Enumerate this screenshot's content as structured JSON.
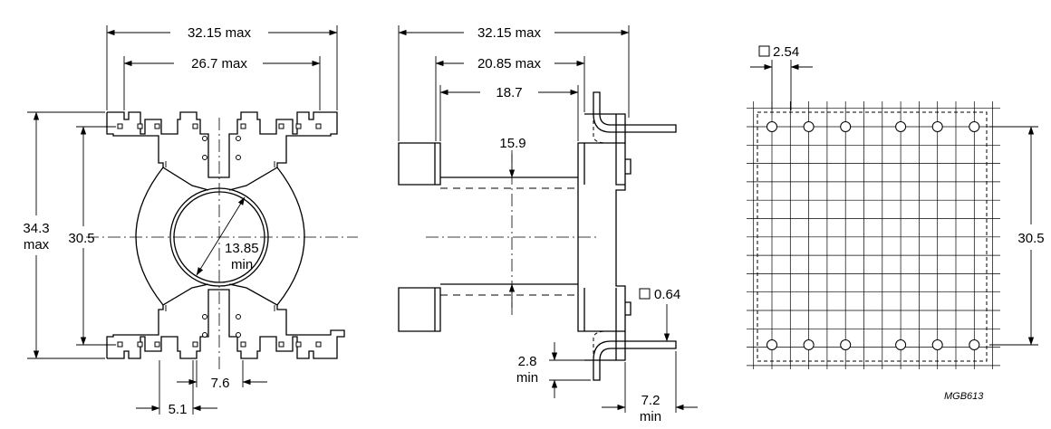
{
  "front_view": {
    "overall_width": "32.15 max",
    "inner_width": "26.7 max",
    "overall_height_value": "34.3",
    "overall_height_unit": "max",
    "pin_row_spacing": "30.5",
    "bore_diameter_value": "13.85",
    "bore_diameter_unit": "min",
    "pin_pitch": "5.1",
    "center_gap": "7.6"
  },
  "side_view": {
    "overall_width": "32.15 max",
    "flange_width": "20.85 max",
    "winding_width": "18.7",
    "winding_height": "15.9",
    "pin_size": "0.64",
    "pin_standoff_value": "2.8",
    "pin_standoff_unit": "min",
    "pin_length_value": "7.2",
    "pin_length_unit": "min"
  },
  "pcb_layout": {
    "grid_pitch": "2.54",
    "row_spacing": "30.5"
  },
  "drawing_code": "MGB613"
}
